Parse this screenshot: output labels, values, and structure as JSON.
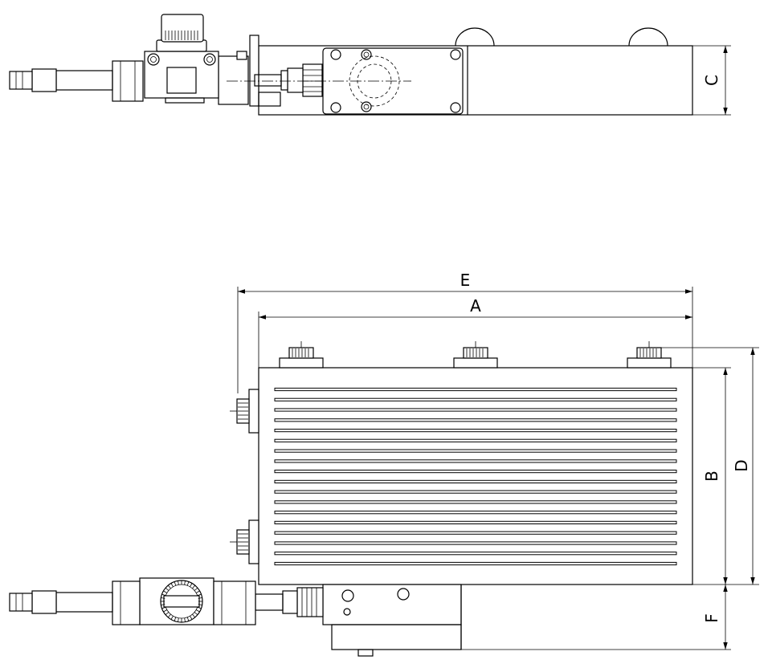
{
  "dimensions": {
    "a": "A",
    "b": "B",
    "c": "C",
    "d": "D",
    "e": "E",
    "f": "F"
  },
  "plate": {
    "slot_count": 18,
    "adjuster_knob_count": 3
  }
}
